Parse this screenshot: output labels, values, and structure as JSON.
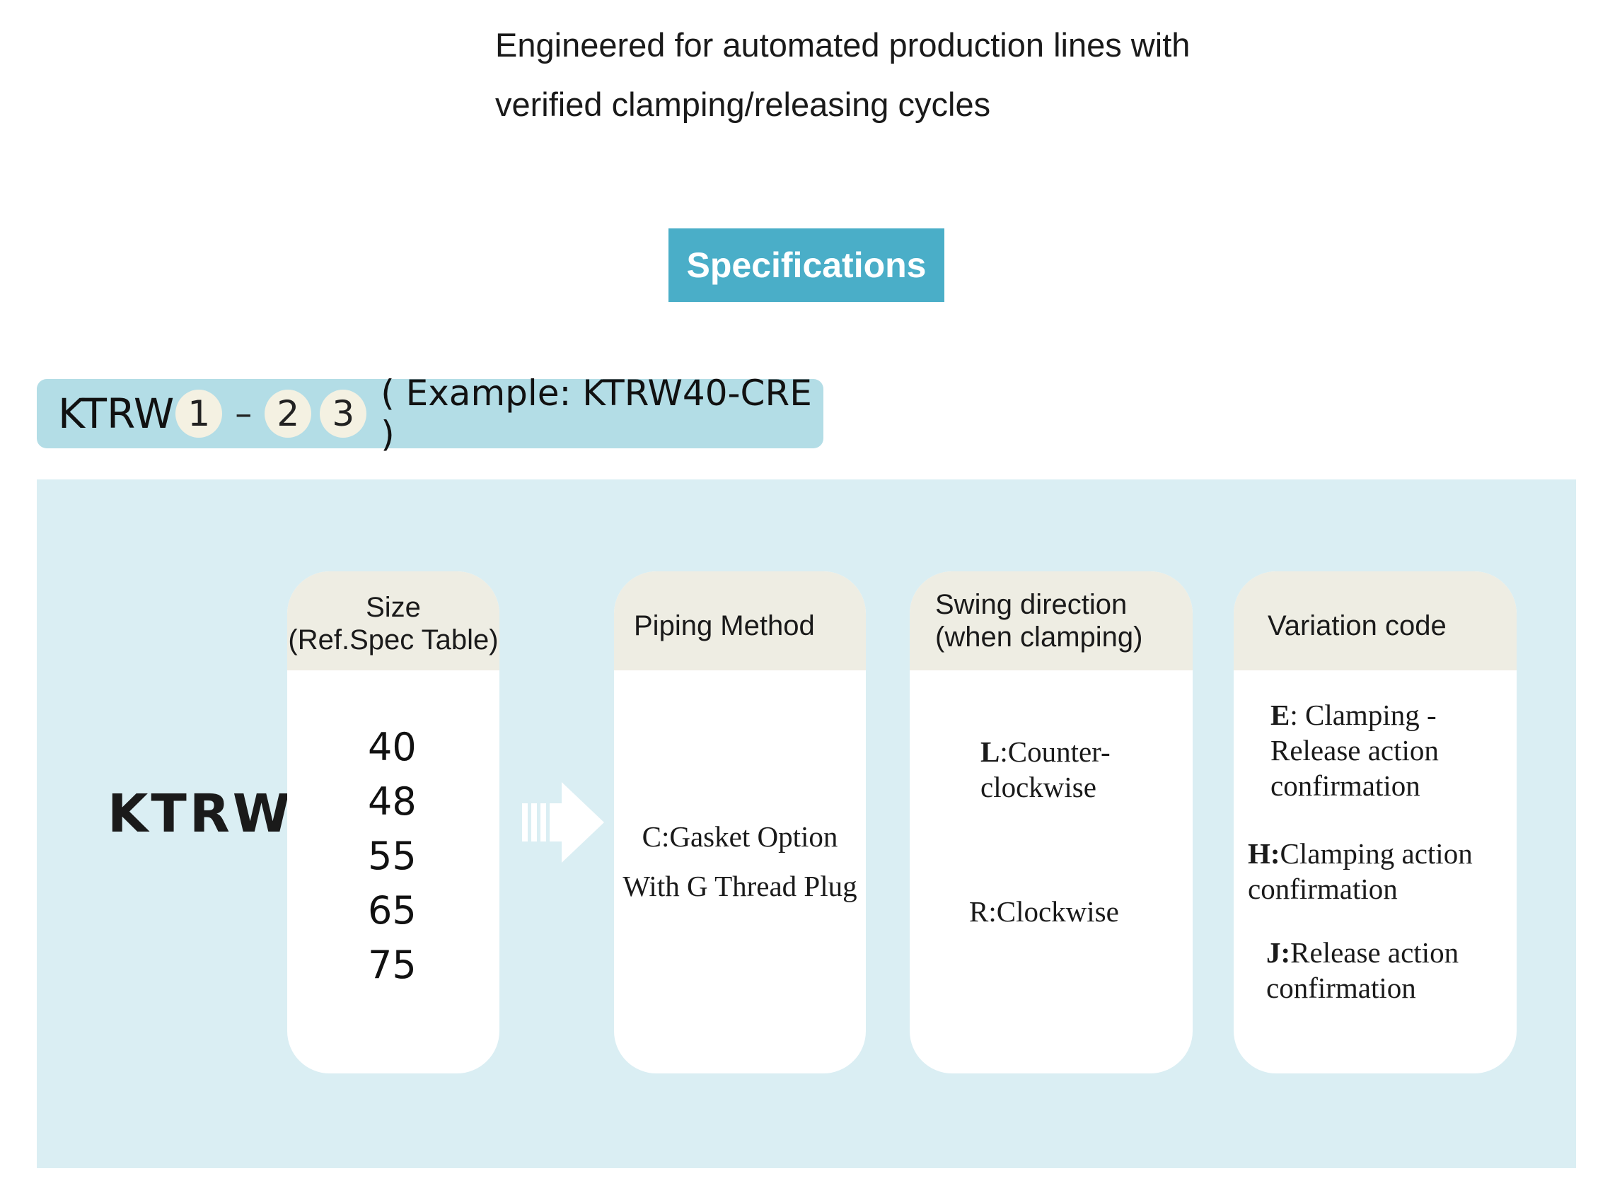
{
  "intro": {
    "line1": "Engineered for automated production lines with",
    "line2": "verified clamping/releasing cycles"
  },
  "specs_button": "Specifications",
  "code_bar": {
    "prefix": "KTRW",
    "slot1": "1",
    "dash": "–",
    "slot2": "2",
    "slot3": "3",
    "example": "( Example: KTRW40-CRE )"
  },
  "model_label": "KTRW",
  "cards": {
    "size": {
      "head1": "Size",
      "head2": "(Ref.Spec Table)",
      "values": [
        "40",
        "48",
        "55",
        "65",
        "75"
      ]
    },
    "piping": {
      "head": "Piping Method",
      "line1": "C:Gasket Option",
      "line2": "With G Thread Plug"
    },
    "swing": {
      "head1": "Swing direction",
      "head2": "(when clamping)",
      "l_code": "L",
      "l_text1": ":Counter-",
      "l_text2": "clockwise",
      "r_code": "R",
      "r_text": ":Clockwise"
    },
    "variation": {
      "head": "Variation code",
      "e_code": "E",
      "e_text1": ": Clamping -",
      "e_text2": "Release action",
      "e_text3": "confirmation",
      "h_code": "H:",
      "h_text1": "Clamping action",
      "h_text2": "confirmation",
      "j_code": "J:",
      "j_text1": "Release action",
      "j_text2": "confirmation"
    }
  },
  "colors": {
    "button": "#4aaec8",
    "code_bar": "#b3dde6",
    "panel": "#daeef3",
    "card_head": "#eeede3",
    "circle": "#f4f1e2"
  }
}
